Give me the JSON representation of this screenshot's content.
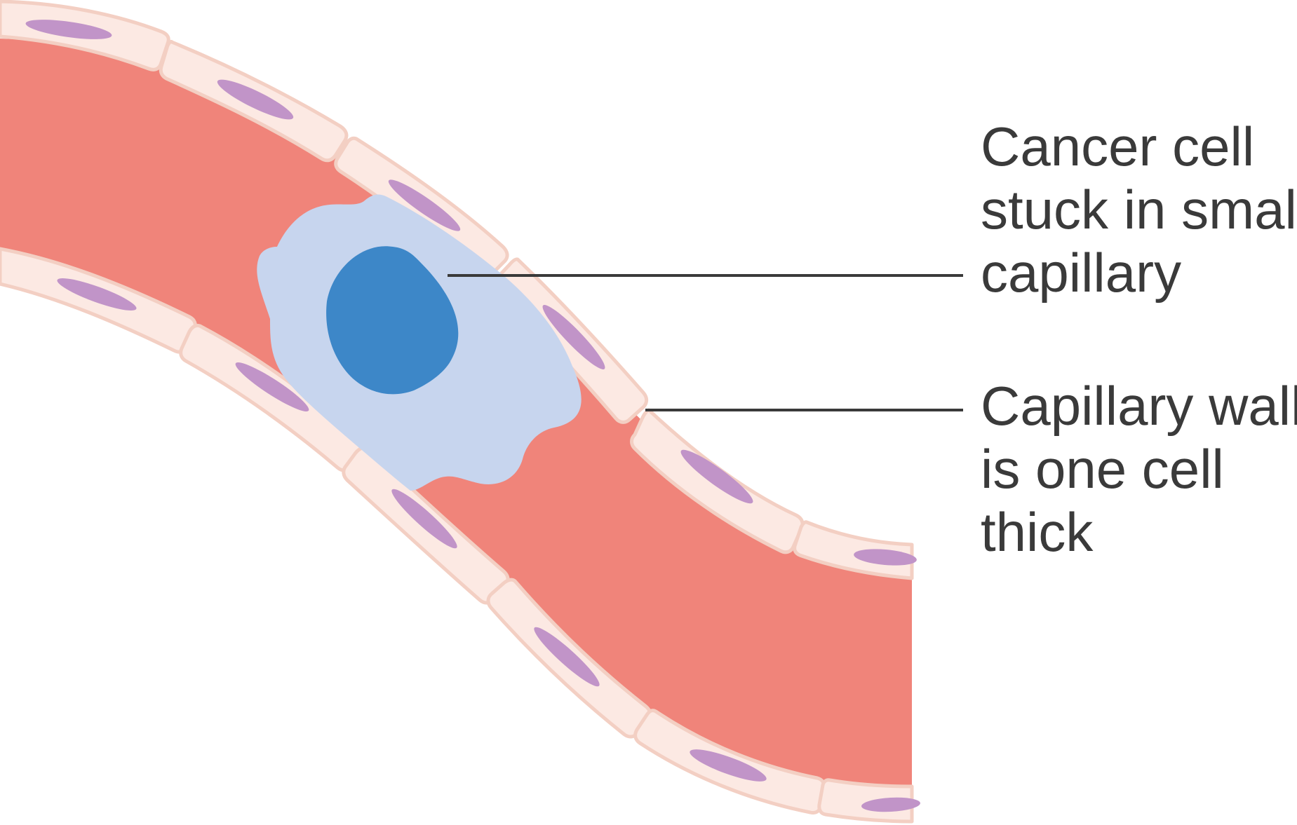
{
  "labels": {
    "cancer_cell": [
      "Cancer cell",
      "stuck in small",
      "capillary"
    ],
    "capillary_wall": [
      "Capillary wall",
      "is one cell",
      "thick"
    ]
  },
  "colors": {
    "background": "#ffffff",
    "blood": "#f0847a",
    "wall_cell_fill": "#fce9e3",
    "wall_cell_stroke": "#f3cfc3",
    "wall_nucleus": "#c194c8",
    "cancer_cell_cytoplasm": "#c7d5ee",
    "cancer_cell_nucleus": "#3d87c8",
    "leader_line": "#3a3a3a",
    "text": "#3a3a3a"
  }
}
